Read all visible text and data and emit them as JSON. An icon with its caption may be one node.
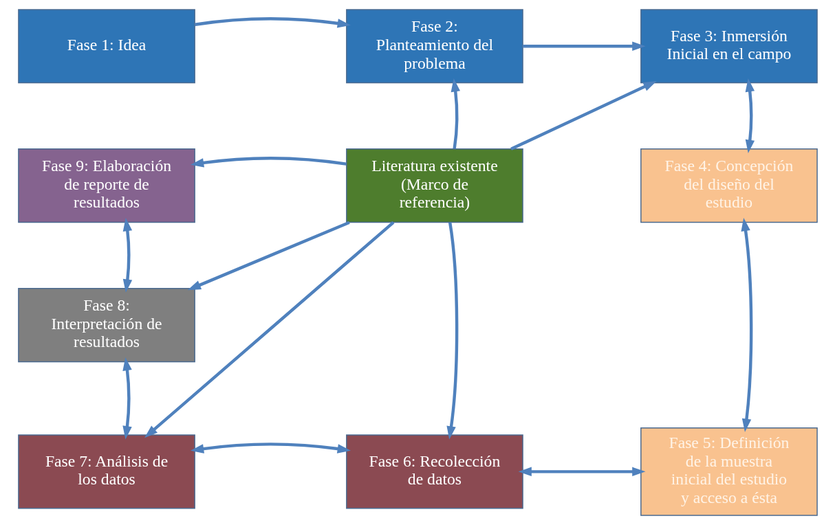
{
  "diagram": {
    "nodes": [
      {
        "text": [
          "Fase 1: Idea"
        ]
      },
      {
        "text": [
          "Fase 2: Planteamiento del problema"
        ]
      },
      {
        "text": [
          "Fase 3: Inmersión Inicial en el campo"
        ]
      },
      {
        "text": [
          "Fase 9: Elaboración de reporte de resultados"
        ]
      },
      {
        "text": [
          "Literatura existente (Marco de referencia)"
        ]
      },
      {
        "text": [
          "Fase 4: Concepción del diseño del estudio"
        ]
      },
      {
        "text": [
          "Fase 8: Interpretación de resultados"
        ]
      },
      {
        "text": [
          "Fase 7: Análisis de los datos"
        ]
      },
      {
        "text": [
          "Fase 6: Recolección de datos"
        ]
      },
      {
        "text": [
          "Fase 5: Definición de la muestra inicial del estudio y acceso a ésta"
        ]
      }
    ],
    "edges": [
      {
        "from": 0,
        "to": 1,
        "arrow": "to"
      },
      {
        "from": 1,
        "to": 2,
        "arrow": "to"
      },
      {
        "from": 4,
        "to": 1,
        "arrow": "to"
      },
      {
        "from": 4,
        "to": 2,
        "arrow": "to"
      },
      {
        "from": 2,
        "to": 5,
        "arrow": "both"
      },
      {
        "from": 4,
        "to": 3,
        "arrow": "to"
      },
      {
        "from": 3,
        "to": 6,
        "arrow": "both"
      },
      {
        "from": 4,
        "to": 6,
        "arrow": "to"
      },
      {
        "from": 4,
        "to": 7,
        "arrow": "to"
      },
      {
        "from": 4,
        "to": 8,
        "arrow": "to"
      },
      {
        "from": 5,
        "to": 9,
        "arrow": "both"
      },
      {
        "from": 6,
        "to": 7,
        "arrow": "both"
      },
      {
        "from": 7,
        "to": 8,
        "arrow": "both"
      },
      {
        "from": 8,
        "to": 9,
        "arrow": "both"
      }
    ]
  }
}
